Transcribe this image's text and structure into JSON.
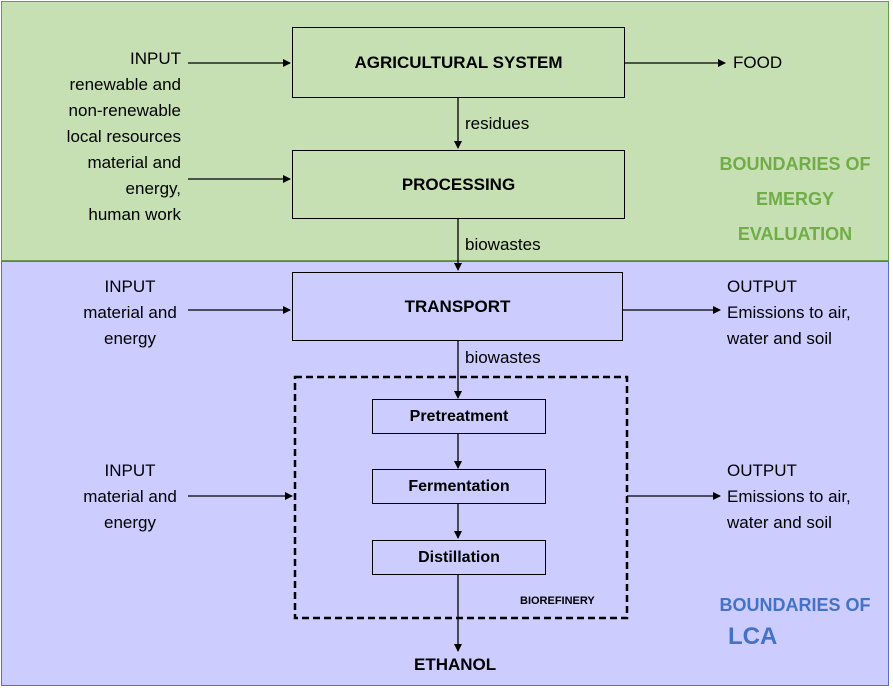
{
  "inputs": {
    "input1": {
      "label": "INPUT",
      "lines": [
        "renewable and",
        "non-renewable",
        "local resources",
        "material and",
        "energy,",
        "human work"
      ]
    },
    "input2": {
      "label": "INPUT",
      "lines": [
        "material and",
        "energy"
      ]
    },
    "input3": {
      "label": "INPUT",
      "lines": [
        "material and",
        "energy"
      ]
    }
  },
  "outputs": {
    "food": "FOOD",
    "output1": {
      "label": "OUTPUT",
      "lines": [
        "Emissions to air,",
        "water and soil"
      ]
    },
    "output2": {
      "label": "OUTPUT",
      "lines": [
        "Emissions to air,",
        "water and soil"
      ]
    }
  },
  "boxes": {
    "agricultural": "AGRICULTURAL SYSTEM",
    "processing": "PROCESSING",
    "transport": "TRANSPORT",
    "pretreatment": "Pretreatment",
    "fermentation": "Fermentation",
    "distillation": "Distillation",
    "biorefinery": "BIOREFINERY"
  },
  "flows": {
    "residues": "residues",
    "biowastes1": "biowastes",
    "biowastes2": "biowastes",
    "ethanol": "ETHANOL"
  },
  "boundaries": {
    "emergy": {
      "lines": [
        "BOUNDARIES OF",
        "EMERGY",
        "EVALUATION"
      ],
      "color": "#70ad47"
    },
    "lca": {
      "lines": [
        "BOUNDARIES OF",
        "LCA"
      ],
      "color": "#4472c4"
    }
  }
}
